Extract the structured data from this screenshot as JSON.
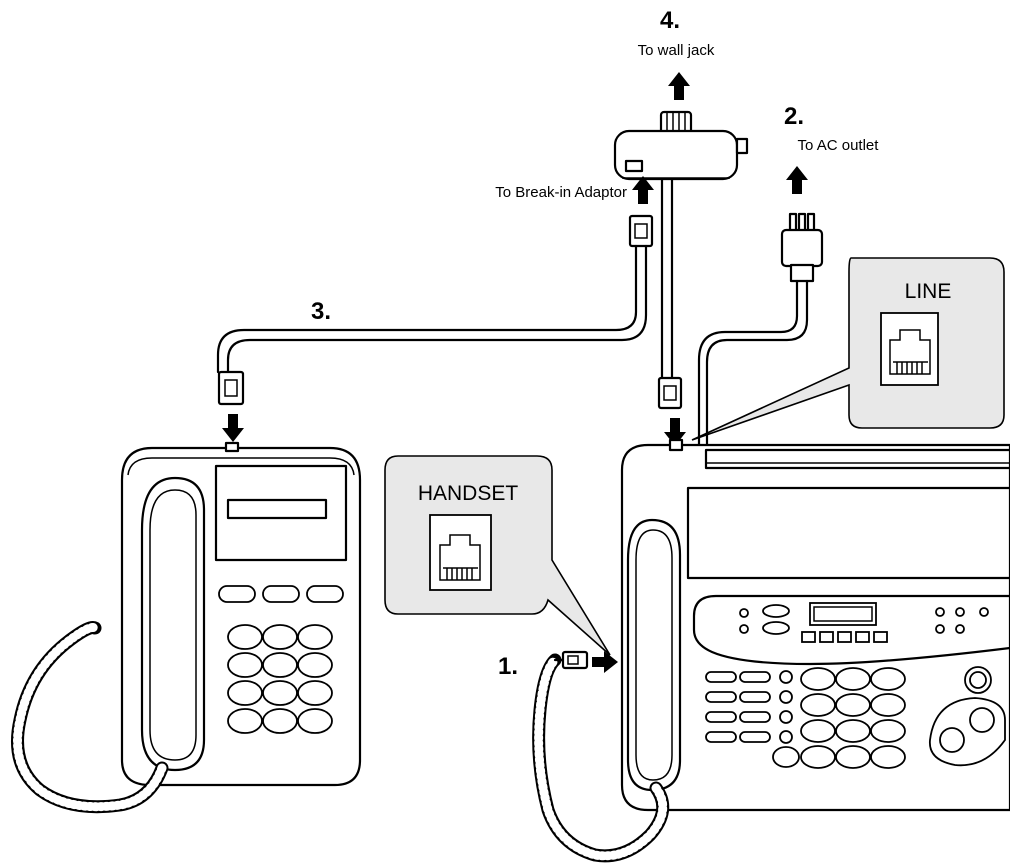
{
  "labels": {
    "step1": "1.",
    "step2": "2.",
    "step3": "3.",
    "step4": "4.",
    "to_wall_jack": "To wall jack",
    "to_ac_outlet": "To AC outlet",
    "to_break_in_adaptor": "To Break-in Adaptor",
    "line_jack": "LINE",
    "handset_jack": "HANDSET"
  },
  "colors": {
    "ink": "#000000",
    "callout_fill": "#e8e8e8",
    "paper": "#ffffff"
  }
}
